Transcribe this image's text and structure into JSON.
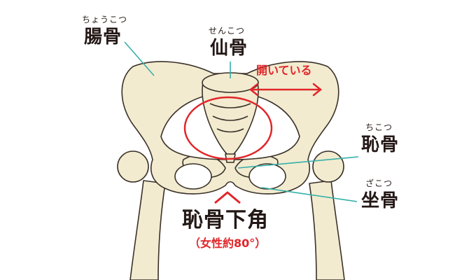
{
  "labels": {
    "ilium": {
      "reading": "ちょうこつ",
      "name": "腸骨"
    },
    "sacrum": {
      "reading": "せんこつ",
      "name": "仙骨"
    },
    "pubis": {
      "reading": "ちこつ",
      "name": "恥骨"
    },
    "ischium": {
      "reading": "ざこつ",
      "name": "坐骨"
    },
    "open_note": "開いている",
    "subpubic_angle": "恥骨下角",
    "subpubic_note": "（女性約80°）"
  },
  "colors": {
    "bone": "#f2ebd0",
    "outline": "#3a3128",
    "leader": "#36b0a8",
    "accent": "#e0262a",
    "text": "#231815"
  }
}
